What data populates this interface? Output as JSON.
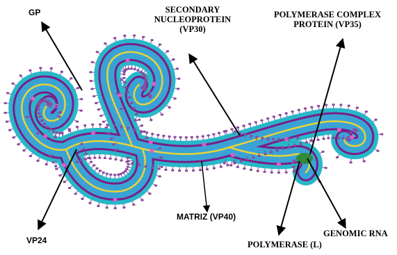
{
  "labels": {
    "gp": "GP",
    "vp30_line1": "SECONDARY",
    "vp30_line2": "NUCLEOPROTEIN",
    "vp30_line3": "(VP30)",
    "vp35_line1": "POLYMERASE COMPLEX",
    "vp35_line2": "PROTEIN (VP35)",
    "vp24": "VP24",
    "matriz": "MATRIZ (VP40)",
    "polymerase": "POLYMERASE (L)",
    "genomic_rna": "GENOMIC RNA"
  },
  "colors": {
    "envelope": "#28b7c9",
    "membrane_bead": "#7c1d86",
    "spike": "#8a4a9c",
    "capsid_fill": "#3aa3d6",
    "nucleocapsid_coil": "#e8d437",
    "polymerase_blob": "#2f8a3a",
    "pink_accent": "#e25bc8"
  }
}
